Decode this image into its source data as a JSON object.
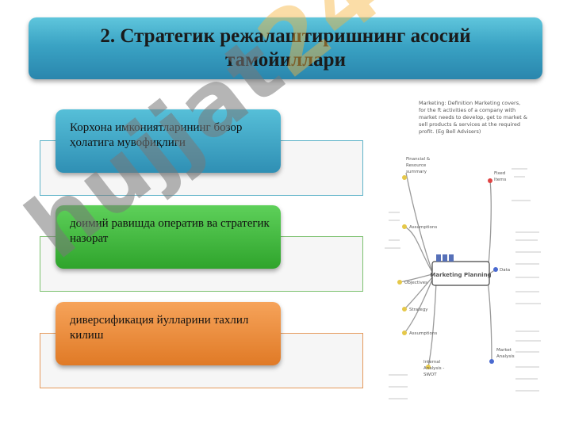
{
  "slide": {
    "title": "2. Стратегик режалаштиришнинг асосий тамойиллари",
    "items": [
      {
        "text": "Корхона имкониятларининг бозор ҳолатига мувофиқлиги",
        "color": "#3aa3c4"
      },
      {
        "text": "доимий равишда оператив ва стратегик назорат",
        "color": "#3fb83a"
      },
      {
        "text": "диверсификация йулларини тахлил килиш",
        "color": "#ee8a35"
      }
    ]
  },
  "watermark": {
    "text": "hujjat",
    "accent": "24"
  },
  "mindmap": {
    "center": "Marketing Planning",
    "branches": {
      "financial": "Financial & Resource summary",
      "assumptions_top": "Assumptions",
      "objectives": "Objectives",
      "strategy": "Strategy",
      "assumptions_bottom": "Assumptions",
      "swot": "Internal Analysis - SWOT",
      "fixed": "Fixed Items",
      "data": "Data",
      "market": "Market Analysis"
    },
    "definition": "Marketing: Definition Marketing covers, for the ft activities of a company with market needs to develop, get to market & sell products & services at the required profit. (Eg Bell Advisers)"
  }
}
